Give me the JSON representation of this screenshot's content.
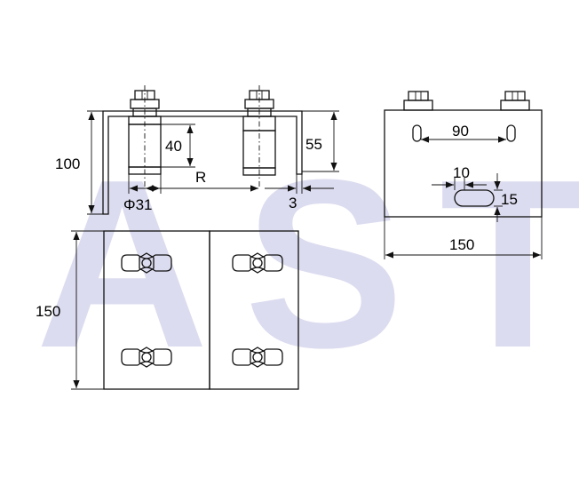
{
  "watermark": "AST.",
  "dimensions": {
    "height_total": "100",
    "wheel_height": "40",
    "side_height": "55",
    "wheel_diameter": "Φ31",
    "center_r": "R",
    "thickness": "3",
    "bolt_spacing": "90",
    "slot_width": "10",
    "slot_height": "15",
    "plate_width": "150",
    "plate_height": "150"
  },
  "colors": {
    "line": "#111111",
    "watermark": "#dcdcf0"
  }
}
